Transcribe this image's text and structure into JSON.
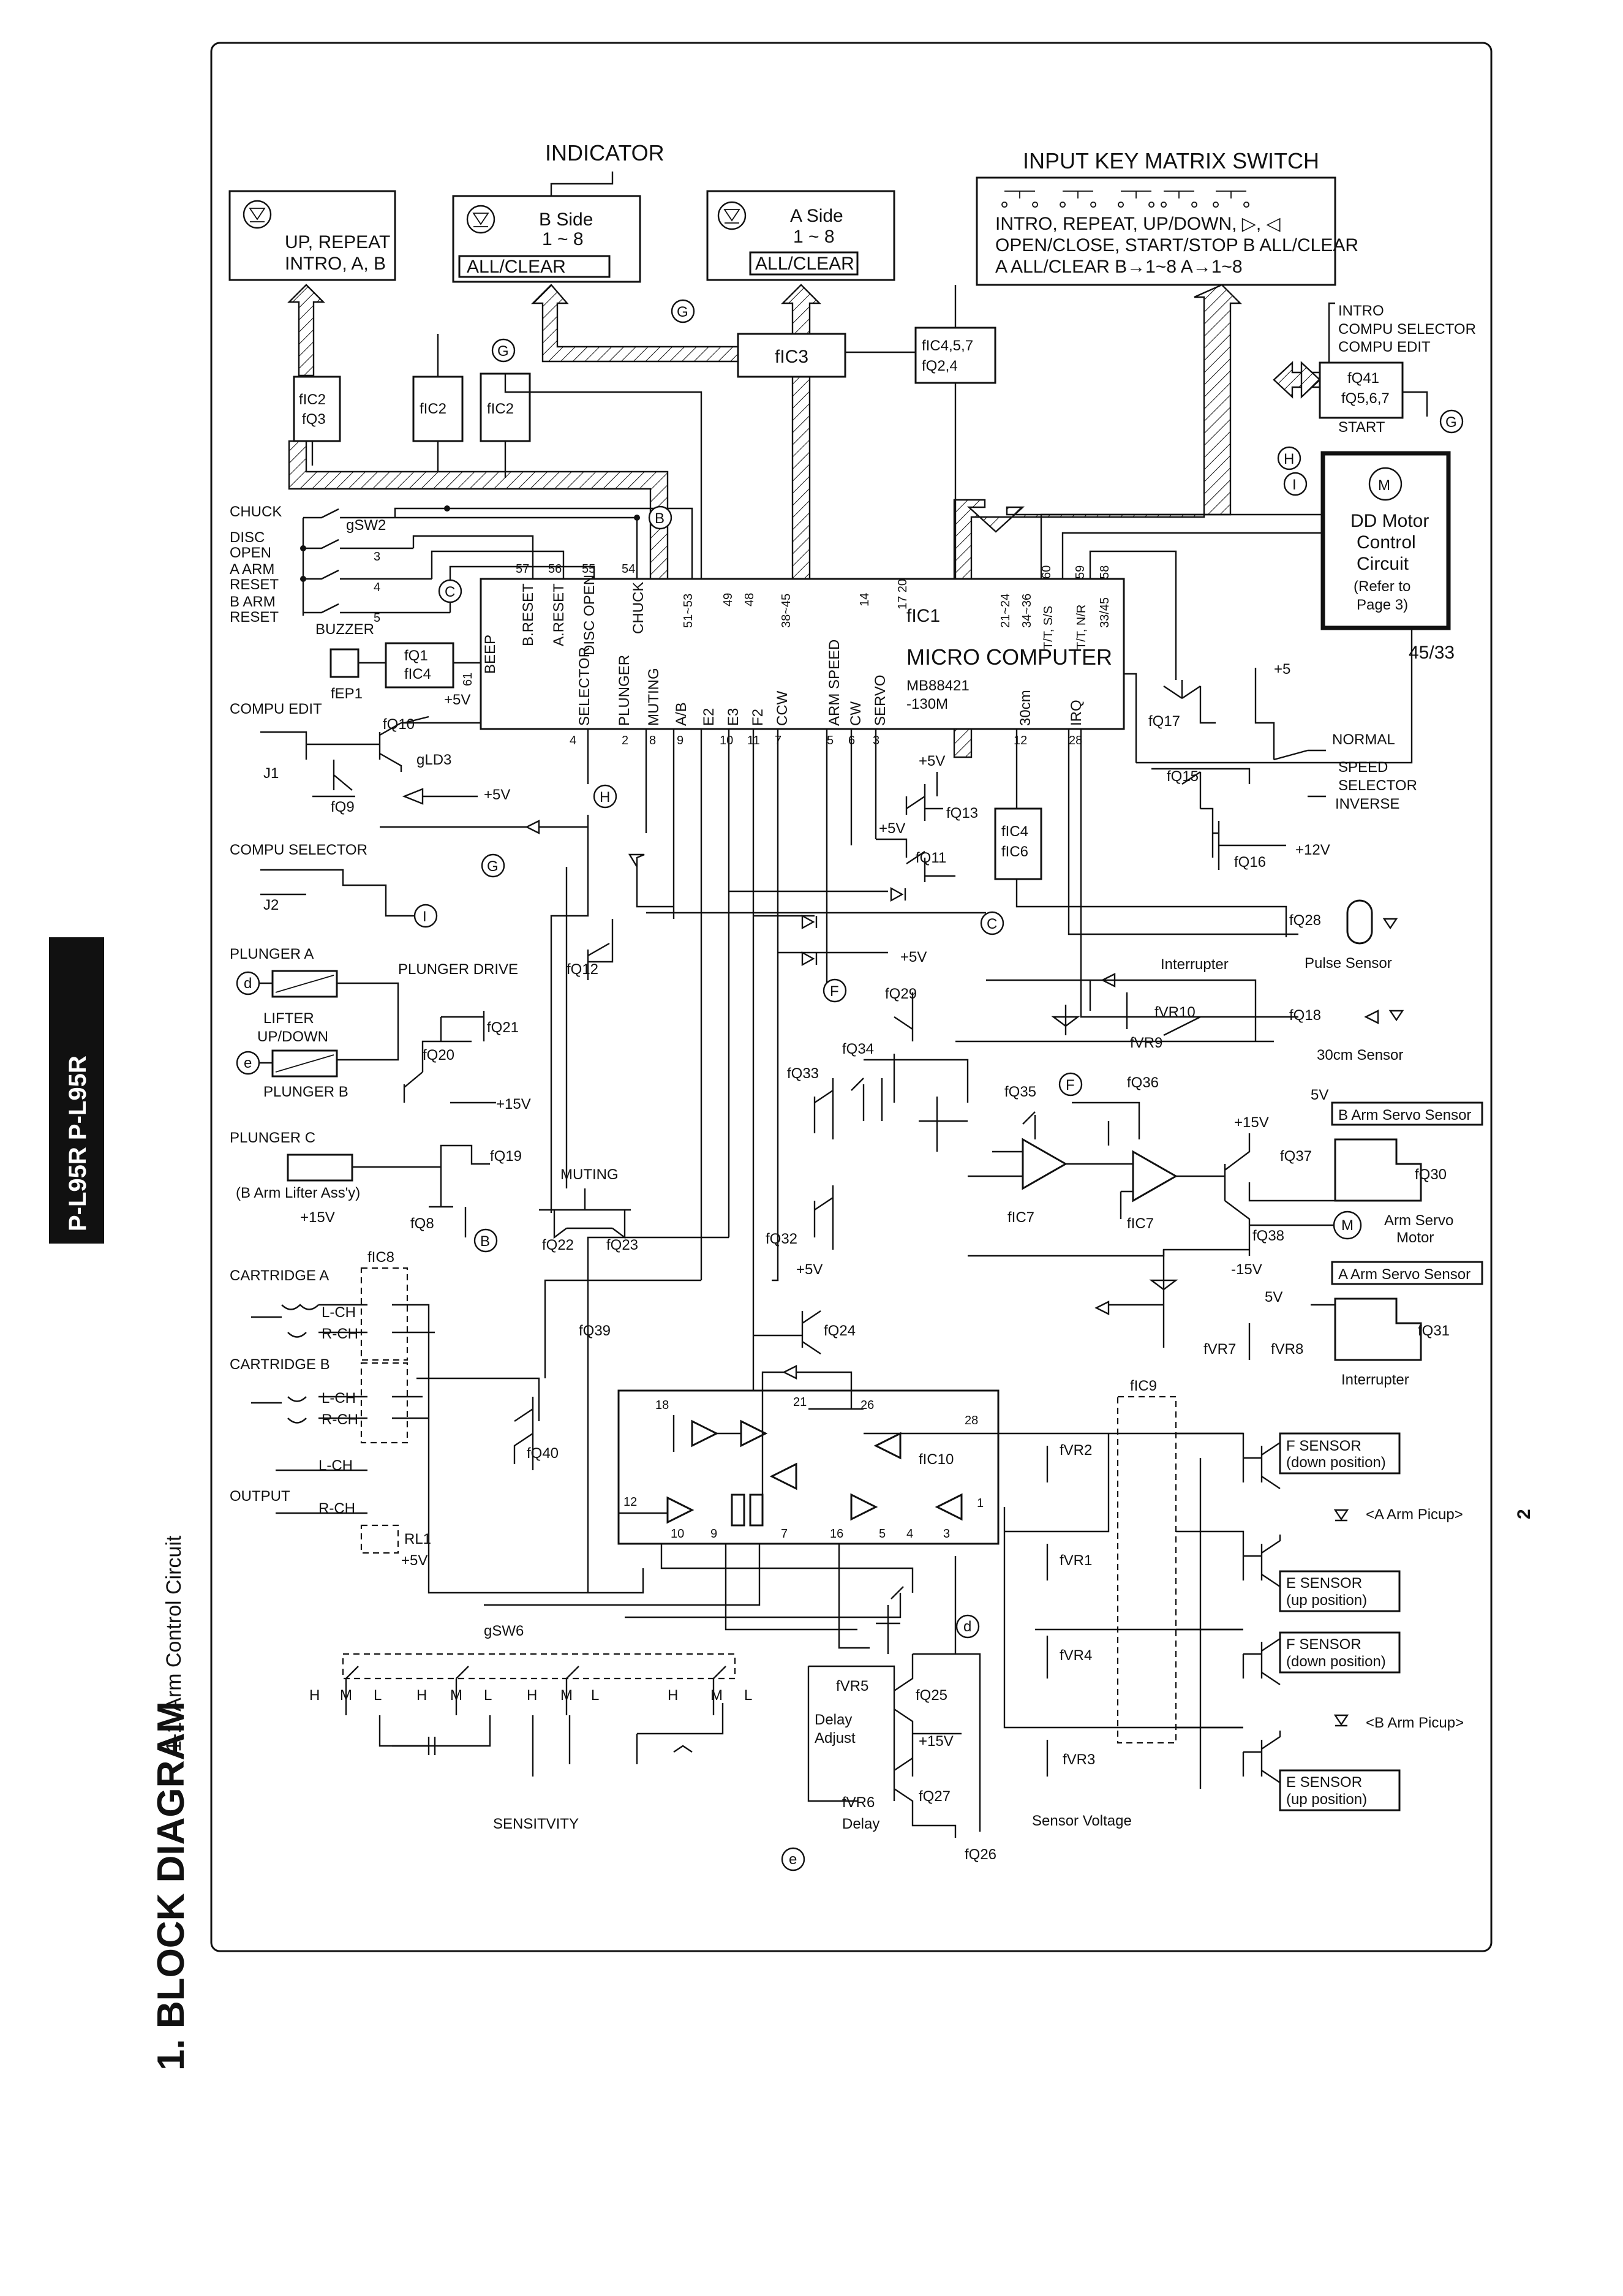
{
  "side": {
    "title": "1. BLOCK DIAGRAM",
    "subtitle": "1-1. Arm Control Circuit",
    "model_tab": "P-L95R    P-L95R",
    "page_number": "2"
  },
  "headers": {
    "indicator": "INDICATOR",
    "input_key": "INPUT KEY MATRIX SWITCH"
  },
  "blocks": {
    "ind_left_1": "UP, REPEAT",
    "ind_left_2": "INTRO, A, B",
    "ind_b_1": "B Side",
    "ind_b_2": "1 ~ 8",
    "ind_b_3": "ALL/CLEAR",
    "ind_a_1": "A Side",
    "ind_a_2": "1 ~ 8",
    "ind_a_3": "ALL/CLEAR",
    "key_1": "INTRO, REPEAT, UP/DOWN,  ▷, ◁",
    "key_2": "OPEN/CLOSE, START/STOP B ALL/CLEAR",
    "key_3": "A ALL/CLEAR   B→1~8   A→1~8",
    "ic3": "fIC3",
    "ic457_1": "fIC4,5,7",
    "ic457_2": "fQ2,4",
    "ic2q3_1": "fIC2",
    "ic2q3_2": "fQ3",
    "ic2a": "fIC2",
    "ic2b": "fIC2",
    "q41_1": "fQ41",
    "q41_2": "fQ5,6,7",
    "compu_1": "INTRO",
    "compu_2": "COMPU SELECTOR",
    "compu_3": "COMPU EDIT",
    "start": "START",
    "dd_1": "DD Motor",
    "dd_2": "Control",
    "dd_3": "Circuit",
    "dd_4": "(Refer to",
    "dd_5": "Page 3)",
    "mc_ic": "fIC1",
    "mc_name": "MICRO COMPUTER",
    "mc_part_1": "MB88421",
    "mc_part_2": "-130M",
    "q1ic4_1": "fQ1",
    "q1ic4_2": "fIC4",
    "ic4ic6_1": "fIC4",
    "ic4ic6_2": "fIC6",
    "ic10": "fIC10",
    "ic8": "fIC8",
    "ic9": "fIC9",
    "ic7a": "fIC7",
    "ic7b": "fIC7"
  },
  "mc_pins_top": {
    "b_reset": "B.RESET",
    "a_reset": "A.RESET",
    "disc_open": "DISC OPEN",
    "chuck": "CHUCK",
    "p57": "57",
    "p56": "56",
    "p55": "55",
    "p54": "54",
    "p51_53": "51~53",
    "p49": "49",
    "p48": "48",
    "p38_45": "38~45",
    "p14": "14",
    "p17_20": "17\n20",
    "p21_24": "21~24",
    "p34_36": "34~36",
    "p60": "60",
    "p59": "59",
    "p58": "58",
    "tts": "T/T, S/S",
    "ttnr": "T/T, N/R",
    "p33_45": "33/45"
  },
  "mc_pins_bottom": {
    "beep": "BEEP",
    "p61": "61",
    "selector": "SELECTOR",
    "plunger": "PLUNGER",
    "muting": "MUTING",
    "ab": "A/B",
    "e2": "E2",
    "e3": "E3",
    "f2": "F2",
    "ccw": "CCW",
    "arm_speed": "ARM SPEED",
    "cw": "CW",
    "servo": "SERVO",
    "cm30": "30cm",
    "irq": "IRQ",
    "p4": "4",
    "p2": "2",
    "p8": "8",
    "p9": "9",
    "p10": "10",
    "p11": "11",
    "p7": "7",
    "p5": "5",
    "p6": "6",
    "p3": "3",
    "p12": "12",
    "p28": "28"
  },
  "labels": {
    "chuck": "CHUCK",
    "disc": "DISC",
    "open": "OPEN",
    "a_arm": "A ARM",
    "reset": "RESET",
    "b_arm": "B ARM",
    "reset2": "RESET",
    "gsw2": "gSW2",
    "s3": "3",
    "s4": "4",
    "s5": "5",
    "buzzer": "BUZZER",
    "fep1": "fEP1",
    "compu_edit": "COMPU EDIT",
    "j1": "J1",
    "fq10": "fQ10",
    "gld3": "gLD3",
    "fq9": "fQ9",
    "plus5v": "+5V",
    "compu_selector": "COMPU SELECTOR",
    "j2": "J2",
    "plunger_a": "PLUNGER A",
    "plunger_drive": "PLUNGER DRIVE",
    "lifter_1": "LIFTER",
    "lifter_2": "UP/DOWN",
    "plunger_b": "PLUNGER B",
    "fq12": "fQ12",
    "fq20": "fQ20",
    "fq21": "fQ21",
    "plus15v": "+15V",
    "plunger_c": "PLUNGER C",
    "b_arm_lifter": "(B Arm Lifter Ass'y)",
    "fq19": "fQ19",
    "fq8": "fQ8",
    "muting": "MUTING",
    "fq22": "fQ22",
    "fq23": "fQ23",
    "cartridge_a": "CARTRIDGE A",
    "cartridge_b": "CARTRIDGE B",
    "lch": "L-CH",
    "rch": "R-CH",
    "output": "OUTPUT",
    "rl1": "RL1",
    "fq39": "fQ39",
    "fq40": "fQ40",
    "fq11": "fQ11",
    "fq13": "fQ13",
    "fq29": "fQ29",
    "fq33": "fQ33",
    "fq34": "fQ34",
    "fq32": "fQ32",
    "fq35": "fQ35",
    "fq36": "fQ36",
    "fq37": "fQ37",
    "fq38": "fQ38",
    "fq24": "fQ24",
    "fq25": "fQ25",
    "fq26": "fQ26",
    "fq27": "fQ27",
    "fq15": "fQ15",
    "fq16": "fQ16",
    "fq17": "fQ17",
    "fq28": "fQ28",
    "fq18": "fQ18",
    "fq30": "fQ30",
    "fq31": "fQ31",
    "plus12v": "+12V",
    "minus15v": "-15V",
    "normal": "NORMAL",
    "speed_selector_1": "SPEED",
    "speed_selector_2": "SELECTOR",
    "inverse": "INVERSE",
    "pulse_sensor": "Pulse Sensor",
    "cm30_sensor": "30cm Sensor",
    "interrupter": "Interrupter",
    "interrupter2": "Interrupter",
    "b_arm_servo_sensor": "B Arm Servo Sensor",
    "a_arm_servo_sensor": "A Arm Servo Sensor",
    "arm_servo_motor_1": "Arm Servo",
    "arm_servo_motor_2": "Motor",
    "fvr10": "fVR10",
    "fvr9": "fVR9",
    "fvr7": "fVR7",
    "fvr8": "fVR8",
    "fvr2": "fVR2",
    "fvr1": "fVR1",
    "fvr4": "fVR4",
    "fvr3": "fVR3",
    "fvr5": "fVR5",
    "fvr6": "fVR6",
    "delay_adjust_1": "Delay",
    "delay_adjust_2": "Adjust",
    "delay": "Delay",
    "sensor_voltage": "Sensor Voltage",
    "sensitivity": "SENSITVITY",
    "gsw6": "gSW6",
    "h": "H",
    "m": "M",
    "l": "L",
    "f_sensor_down_1": "F SENSOR",
    "f_sensor_down_2": "(down position)",
    "e_sensor_up_1": "E SENSOR",
    "e_sensor_up_2": "(up position)",
    "a_arm_picup": "<A Arm Picup>",
    "b_arm_picup": "<B Arm Picup>",
    "v45_33": "45/33",
    "v5": "5V",
    "plus5": "+5",
    "ic10_p18": "18",
    "ic10_p21": "21",
    "ic10_p26": "26",
    "ic10_p28": "28",
    "ic10_p12": "12",
    "ic10_p10": "10",
    "ic10_p9": "9",
    "ic10_p7": "7",
    "ic10_p16": "16",
    "ic10_p5": "5",
    "ic10_p4": "4",
    "ic10_p3": "3",
    "ic10_p1": "1"
  },
  "connectors": {
    "B": "B",
    "C": "C",
    "G": "G",
    "H": "H",
    "I": "I",
    "F": "F",
    "d": "d",
    "e": "e"
  }
}
